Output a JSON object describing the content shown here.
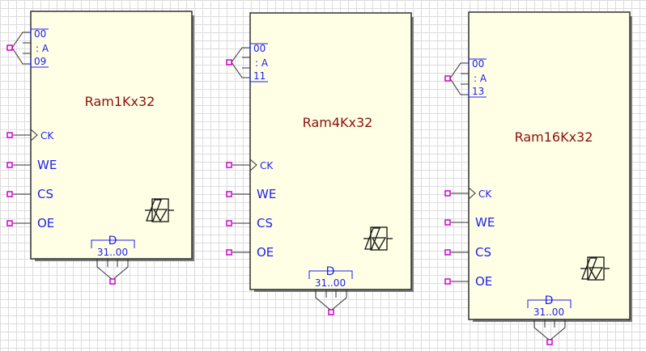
{
  "blocks": [
    {
      "name": "Ram1Kx32",
      "address": {
        "low": "00",
        "sep": ": A",
        "high": "09"
      },
      "pins": {
        "ck": "CK",
        "we": "WE",
        "cs": "CS",
        "oe": "OE"
      },
      "data": {
        "name": "D",
        "range": "31..00"
      }
    },
    {
      "name": "Ram4Kx32",
      "address": {
        "low": "00",
        "sep": ": A",
        "high": "11"
      },
      "pins": {
        "ck": "CK",
        "we": "WE",
        "cs": "CS",
        "oe": "OE"
      },
      "data": {
        "name": "D",
        "range": "31..00"
      }
    },
    {
      "name": "Ram16Kx32",
      "address": {
        "low": "00",
        "sep": ": A",
        "high": "13"
      },
      "pins": {
        "ck": "CK",
        "we": "WE",
        "cs": "CS",
        "oe": "OE"
      },
      "data": {
        "name": "D",
        "range": "31..00"
      }
    }
  ],
  "colors": {
    "block_fill": "#ffffe6",
    "block_stroke": "#303030",
    "shadow": "#7a7a7a",
    "port": "#d000d0",
    "label": "#1f1ff0",
    "name": "#8b0f0f"
  }
}
